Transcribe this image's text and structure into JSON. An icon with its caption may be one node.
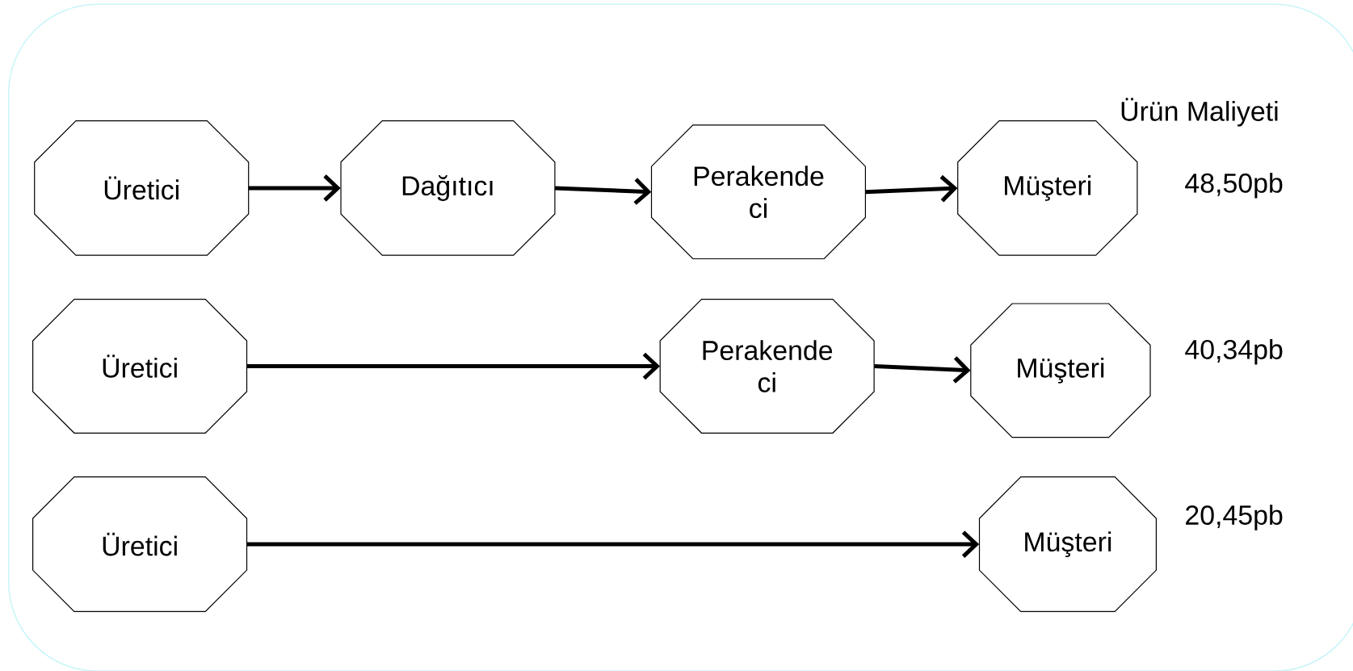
{
  "diagram": {
    "nodes": [
      {
        "text": [
          "Üretici"
        ]
      },
      {
        "text": [
          "Dağıtıcı"
        ]
      },
      {
        "text": [
          "Perakende ci"
        ]
      },
      {
        "text": [
          "Müşteri"
        ]
      },
      {
        "text": [
          "Üretici"
        ]
      },
      {
        "text": [
          "Perakende ci"
        ]
      },
      {
        "text": [
          "Müşteri"
        ]
      },
      {
        "text": [
          "Üretici"
        ]
      },
      {
        "text": [
          "Müşteri"
        ]
      }
    ],
    "edges": [
      {
        "from": 0,
        "to": 1,
        "arrow": "to"
      },
      {
        "from": 1,
        "to": 2,
        "arrow": "to"
      },
      {
        "from": 2,
        "to": 3,
        "arrow": "to"
      },
      {
        "from": 4,
        "to": 5,
        "arrow": "to"
      },
      {
        "from": 5,
        "to": 6,
        "arrow": "to"
      },
      {
        "from": 7,
        "to": 8,
        "arrow": "to"
      }
    ],
    "labels": [
      "Ürün Maliyeti",
      "48,50pb",
      "40,34pb",
      "20,45pb"
    ]
  }
}
